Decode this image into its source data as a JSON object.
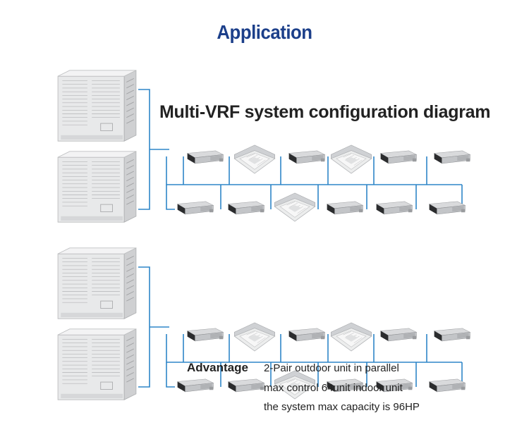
{
  "header": {
    "title": "Application"
  },
  "diagram": {
    "subtitle": "Multi-VRF system configuration diagram"
  },
  "colors": {
    "title": "#1c3f8a",
    "pipe": "#2e86c8"
  },
  "advantage": {
    "label": "Advantage",
    "lines": [
      "2-Pair outdoor unit in parallel",
      "max control 64unit indoor unit",
      "the system max  capacity is 96HP"
    ]
  },
  "icons": {
    "outdoor": "outdoor-unit-icon",
    "duct": "ducted-indoor-unit-icon",
    "cassette": "cassette-indoor-unit-icon"
  },
  "groups": [
    {
      "top_row": [
        "duct",
        "cassette",
        "duct",
        "cassette",
        "duct",
        "duct"
      ],
      "bottom_row": [
        "duct",
        "duct",
        "cassette",
        "duct",
        "duct",
        "duct"
      ]
    },
    {
      "top_row": [
        "duct",
        "cassette",
        "duct",
        "cassette",
        "duct",
        "duct"
      ],
      "bottom_row": [
        "duct",
        "duct",
        "cassette",
        "duct",
        "duct",
        "duct"
      ]
    }
  ]
}
